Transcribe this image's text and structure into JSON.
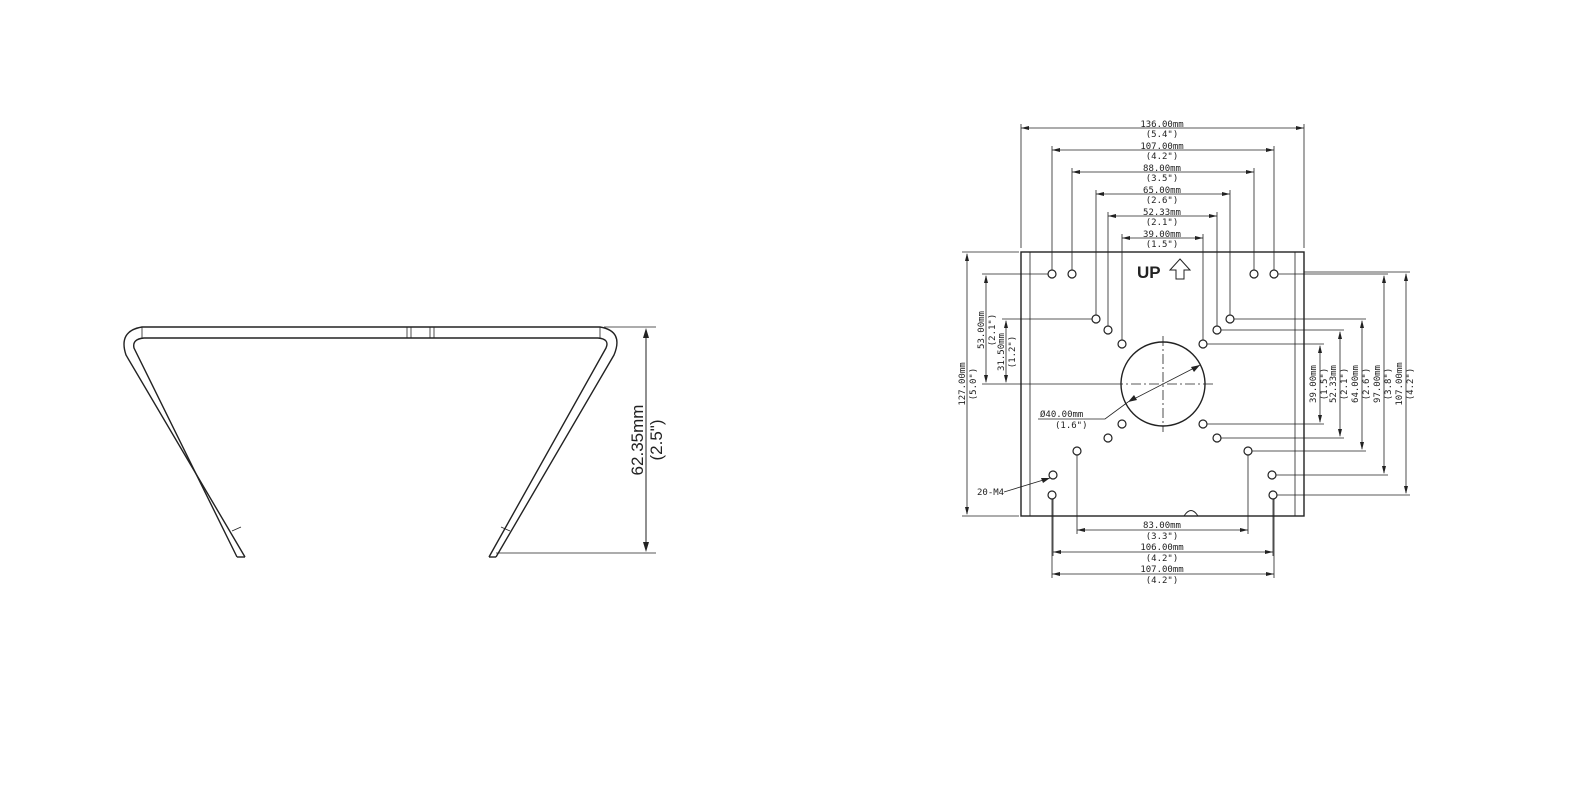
{
  "side_view": {
    "height_mm": "62.35mm",
    "height_in": "(2.5\")"
  },
  "plate_view": {
    "up_label": "UP",
    "up_icon": "arrow-up-icon",
    "thread_label": "20-M4",
    "diameter_mm": "Ø40.00mm",
    "diameter_in": "(1.6\")",
    "top_dims": [
      {
        "mm": "136.00mm",
        "in": "(5.4\")"
      },
      {
        "mm": "107.00mm",
        "in": "(4.2\")"
      },
      {
        "mm": "88.00mm",
        "in": "(3.5\")"
      },
      {
        "mm": "65.00mm",
        "in": "(2.6\")"
      },
      {
        "mm": "52.33mm",
        "in": "(2.1\")"
      },
      {
        "mm": "39.00mm",
        "in": "(1.5\")"
      }
    ],
    "bottom_dims": [
      {
        "mm": "83.00mm",
        "in": "(3.3\")"
      },
      {
        "mm": "106.00mm",
        "in": "(4.2\")"
      },
      {
        "mm": "107.00mm",
        "in": "(4.2\")"
      }
    ],
    "left_dims": [
      {
        "mm": "127.00mm",
        "in": "(5.0\")"
      },
      {
        "mm": "53.00mm",
        "in": "(2.1\")"
      },
      {
        "mm": "31.50mm",
        "in": "(1.2\")"
      }
    ],
    "right_dims": [
      {
        "mm": "39.00mm",
        "in": "(1.5\")"
      },
      {
        "mm": "52.33mm",
        "in": "(2.1\")"
      },
      {
        "mm": "64.00mm",
        "in": "(2.6\")"
      },
      {
        "mm": "97.00mm",
        "in": "(3.8\")"
      },
      {
        "mm": "107.00mm",
        "in": "(4.2\")"
      }
    ]
  }
}
